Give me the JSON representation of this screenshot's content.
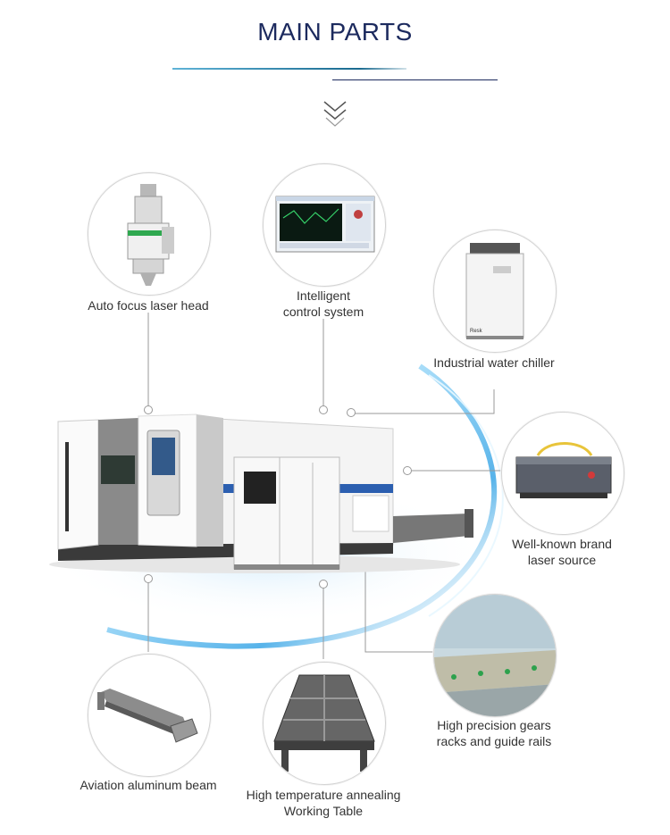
{
  "header": {
    "title": "MAIN PARTS"
  },
  "parts": {
    "laser_head": "Auto focus laser head",
    "control_system": [
      "Intelligent",
      "control system"
    ],
    "water_chiller": "Industrial water chiller",
    "laser_source": [
      "Well-known brand",
      "laser source"
    ],
    "gears_racks": [
      "High precision gears",
      "racks and guide rails"
    ],
    "aluminum_beam": "Aviation aluminum beam",
    "working_table": [
      "High temperature annealing",
      "Working Table"
    ]
  },
  "icons": [
    "chevron-down-icon"
  ],
  "colors": {
    "title": "#1c2a5e",
    "accent_blue": "#2c5fb0",
    "glow": "#7cc8f0"
  }
}
